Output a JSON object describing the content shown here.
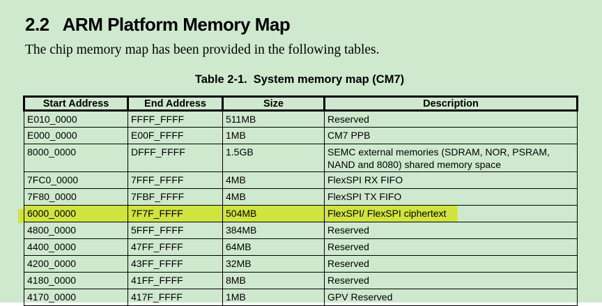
{
  "page": {
    "background_color": "#cfe9cf",
    "highlight_color": "#d1e33f",
    "text_color": "#000000"
  },
  "heading": {
    "number": "2.2",
    "title": "ARM Platform Memory Map"
  },
  "intro_text": "The chip memory map has been provided in the following tables.",
  "table": {
    "caption_label": "Table 2-1.",
    "caption_title": "System memory map (CM7)",
    "columns": [
      "Start Address",
      "End Address",
      "Size",
      "Description"
    ],
    "rows": [
      {
        "start": "E010_0000",
        "end": "FFFF_FFFF",
        "size": "511MB",
        "description": "Reserved",
        "highlighted": false
      },
      {
        "start": "E000_0000",
        "end": "E00F_FFFF",
        "size": "1MB",
        "description": "CM7 PPB",
        "highlighted": false
      },
      {
        "start": "8000_0000",
        "end": "DFFF_FFFF",
        "size": "1.5GB",
        "description": "SEMC external memories (SDRAM, NOR, PSRAM,\nNAND and 8080) shared memory space",
        "highlighted": false,
        "tall": true
      },
      {
        "start": "7FC0_0000",
        "end": "7FFF_FFFF",
        "size": "4MB",
        "description": "FlexSPI RX FIFO",
        "highlighted": false
      },
      {
        "start": "7F80_0000",
        "end": "7FBF_FFFF",
        "size": "4MB",
        "description": "FlexSPI TX FIFO",
        "highlighted": false
      },
      {
        "start": "6000_0000",
        "end": "7F7F_FFFF",
        "size": "504MB",
        "description": "FlexSPI/ FlexSPI ciphertext",
        "highlighted": true
      },
      {
        "start": "4800_0000",
        "end": "5FFF_FFFF",
        "size": "384MB",
        "description": "Reserved",
        "highlighted": false
      },
      {
        "start": "4400_0000",
        "end": "47FF_FFFF",
        "size": "64MB",
        "description": "Reserved",
        "highlighted": false
      },
      {
        "start": "4200_0000",
        "end": "43FF_FFFF",
        "size": "32MB",
        "description": "Reserved",
        "highlighted": false
      },
      {
        "start": "4180_0000",
        "end": "41FF_FFFF",
        "size": "8MB",
        "description": "Reserved",
        "highlighted": false
      },
      {
        "start": "4170_0000",
        "end": "417F_FFFF",
        "size": "1MB",
        "description": "GPV Reserved",
        "highlighted": false
      }
    ]
  }
}
